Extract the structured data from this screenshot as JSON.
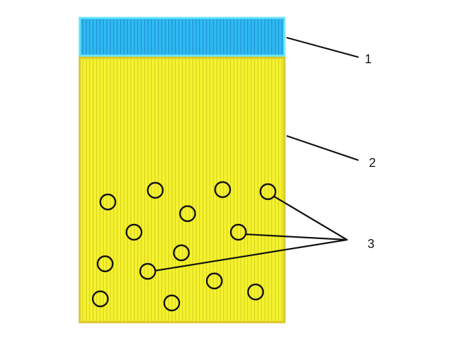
{
  "diagram": {
    "callouts": [
      {
        "id": "1",
        "label": "1",
        "target": "top-layer"
      },
      {
        "id": "2",
        "label": "2",
        "target": "main-body"
      },
      {
        "id": "3",
        "label": "3",
        "target": "bubbles"
      }
    ]
  },
  "colors": {
    "top_layer_fill": "#2EB8F0",
    "top_layer_stripes": "#1E90D6",
    "top_layer_border": "#6EE6F5",
    "body_fill": "#F4F12E",
    "body_stripes": "#D7D21E",
    "body_border": "#D9C62A",
    "bubble_stroke": "#111111",
    "leader_line": "#111111"
  }
}
